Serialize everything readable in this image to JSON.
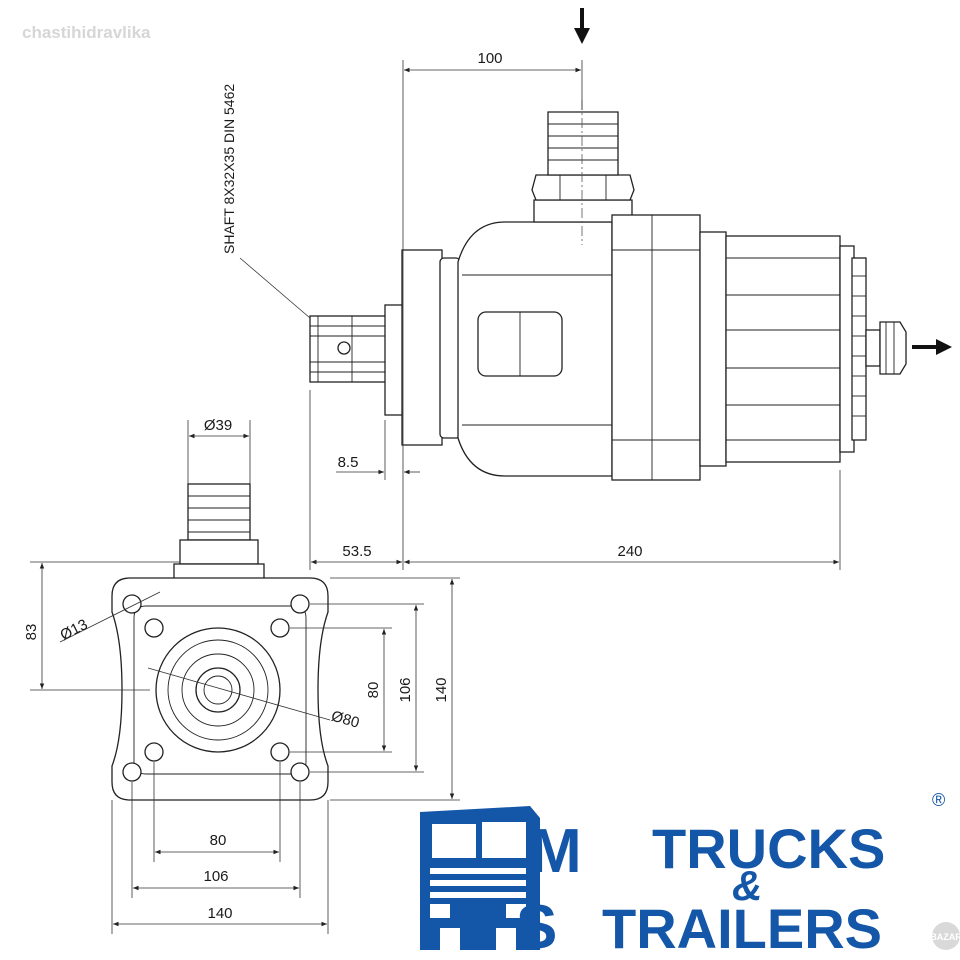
{
  "watermark": "chastihidravlika",
  "side_view": {
    "shaft_note": "SHAFT 8X32X35 DIN 5462",
    "dim_100": "100",
    "dim_8_5": "8.5",
    "dim_53_5": "53.5",
    "dim_240": "240"
  },
  "front_view": {
    "dim_dia39": "Ø39",
    "dim_83": "83",
    "dim_dia13": "Ø13",
    "dim_80_v": "80",
    "dim_106_v": "106",
    "dim_140_v": "140",
    "dim_dia80": "Ø80",
    "dim_80_h": "80",
    "dim_106_h": "106",
    "dim_140_h": "140"
  },
  "logo": {
    "letter_m": "M",
    "letter_s": "S",
    "word_trucks": "TRUCKS",
    "amp": "&",
    "word_trailers": "TRAILERS",
    "registered": "®",
    "brand_color": "#1456a8"
  },
  "corner_badge": "BAZAR"
}
